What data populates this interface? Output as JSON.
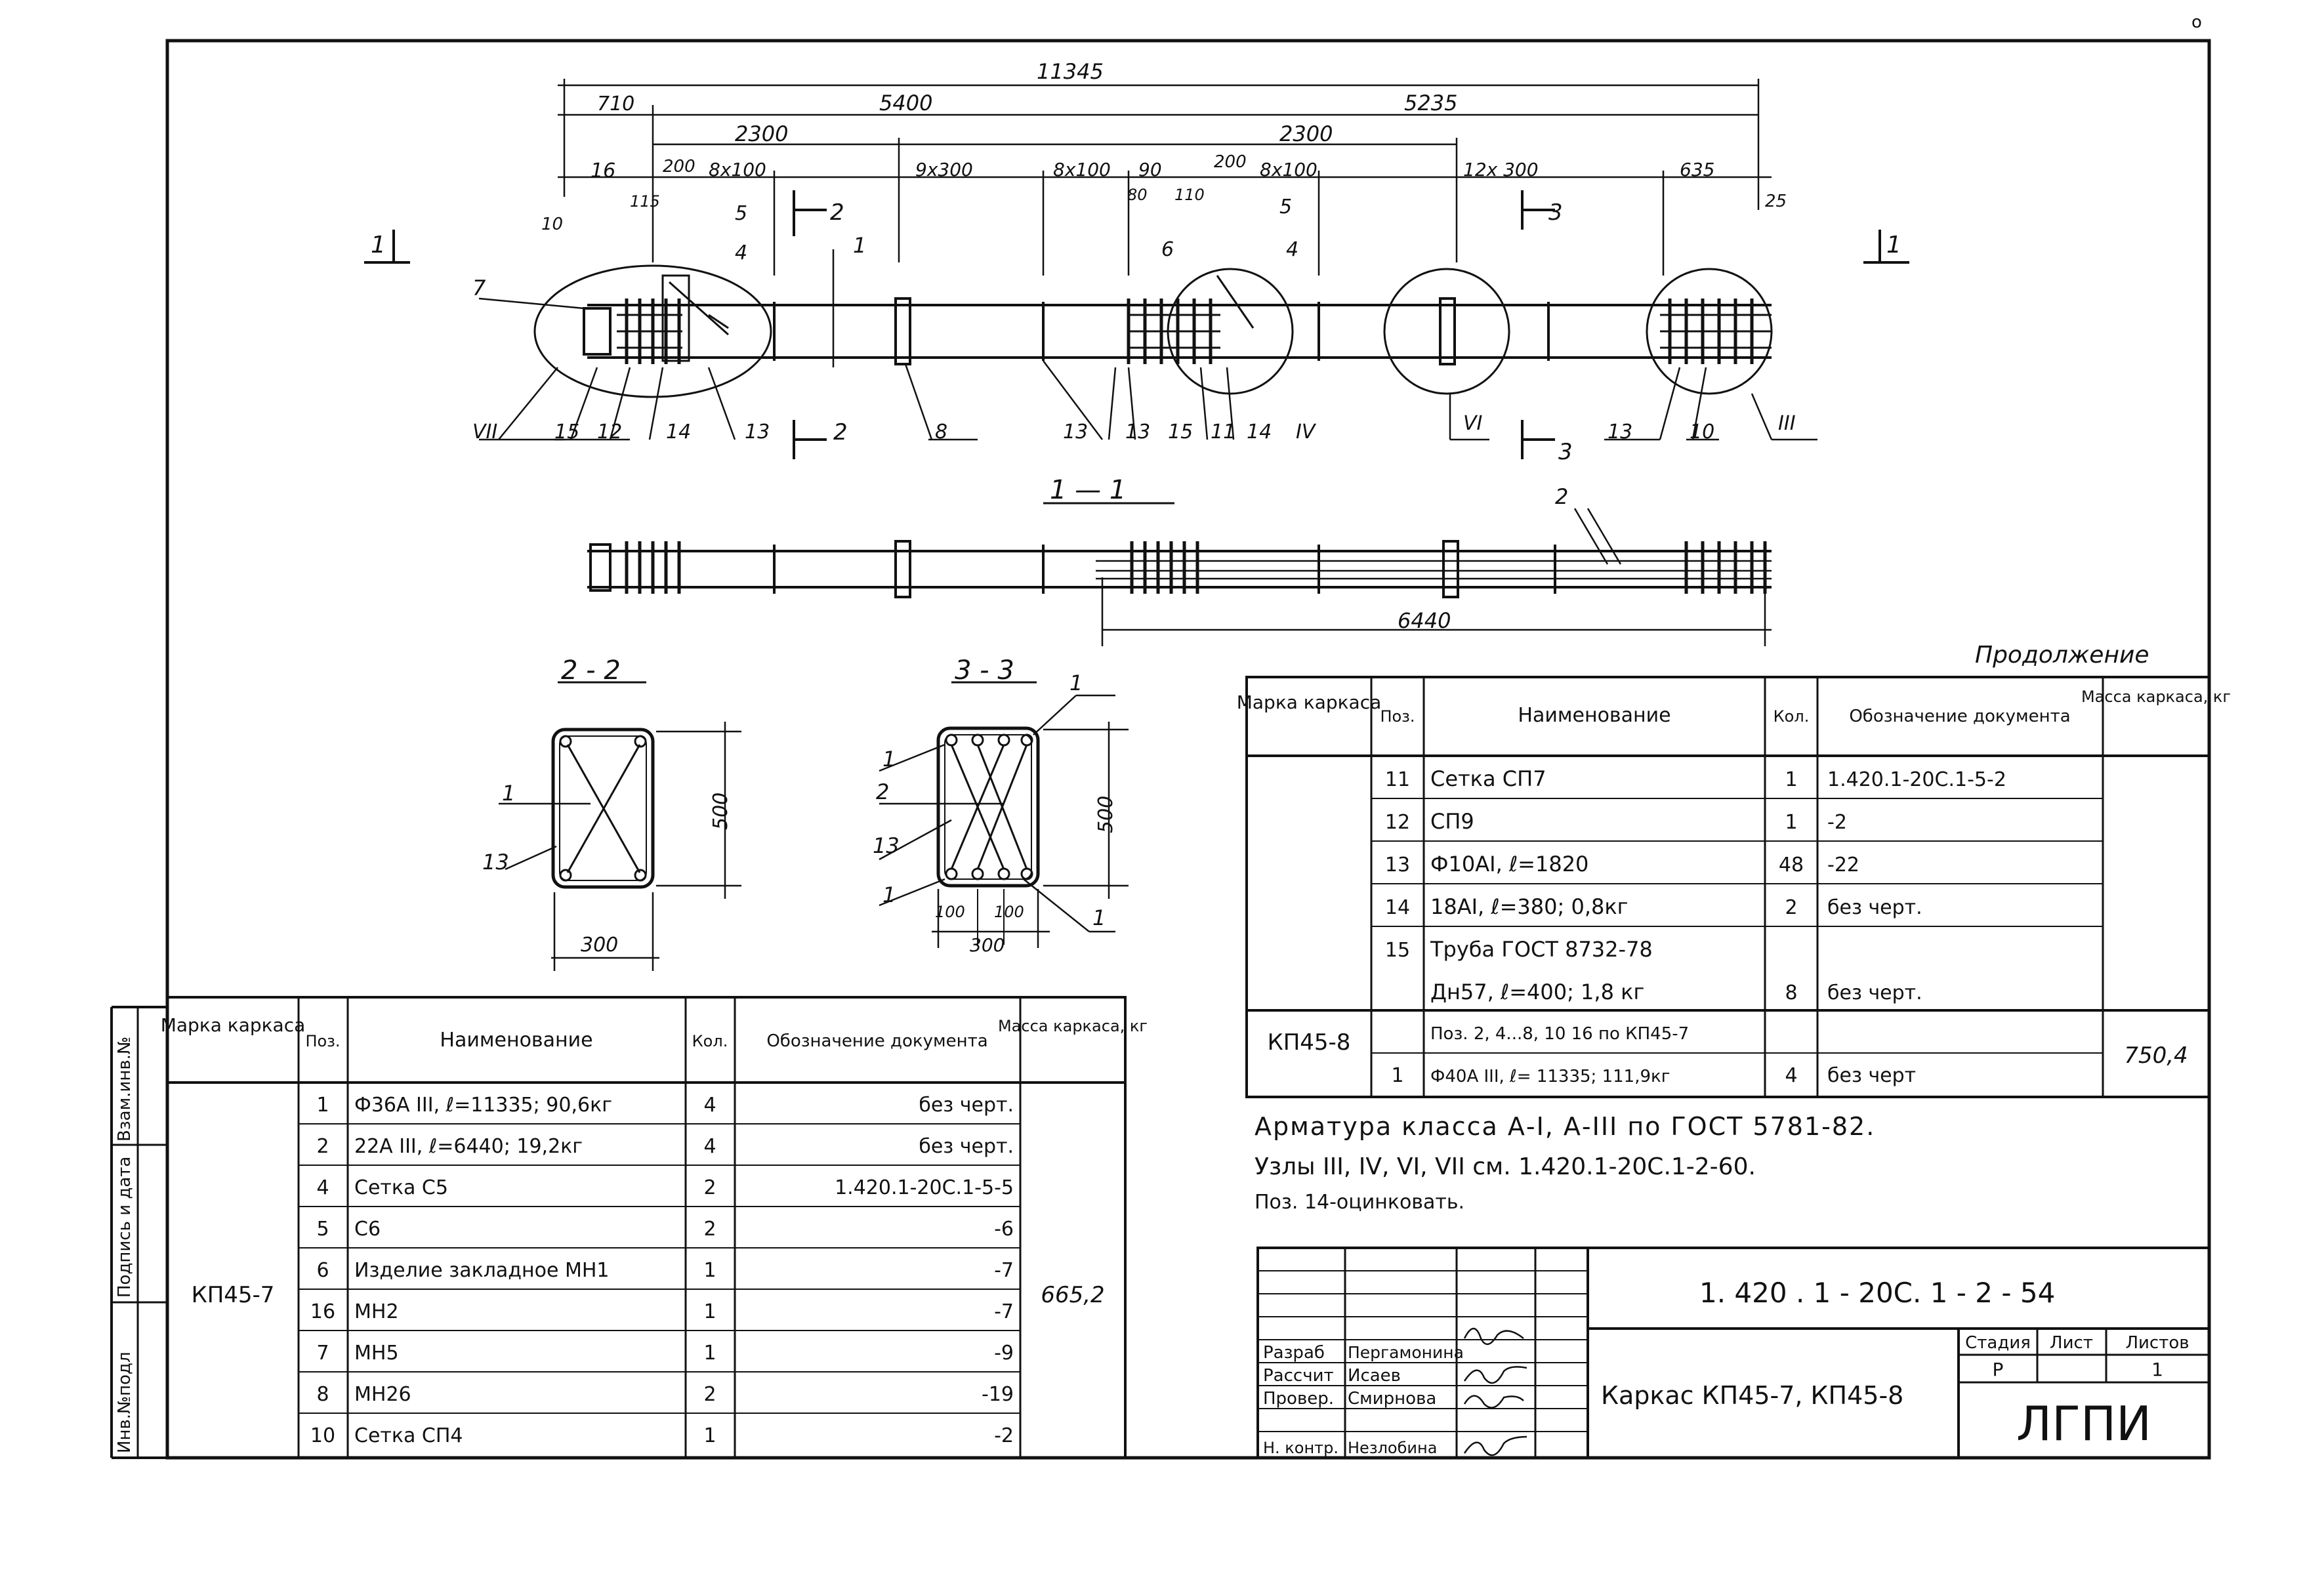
{
  "corner_mark": "о",
  "dims_top": {
    "total": "11345",
    "d710": "710",
    "d5400": "5400",
    "d5235": "5235",
    "d2300a": "2300",
    "d2300b": "2300",
    "d9x300": "9x300",
    "d8x100a": "8x100",
    "d8x100b": "8x100",
    "d8x100c": "8x100",
    "d200a": "200",
    "d200b": "200",
    "d90": "90",
    "d115": "115",
    "d80": "80",
    "d110": "110",
    "d12x300": "12x 300",
    "d635": "635",
    "d25": "25",
    "d10": "10",
    "d6440": "6440"
  },
  "section_marks": {
    "s1_left": "1",
    "s1_right": "1",
    "s2_top": "2",
    "s2_bot": "2",
    "s3_top": "3",
    "s3_bot": "3"
  },
  "plan_callouts": {
    "c16": "16",
    "c5a": "5",
    "c4a": "4",
    "c7": "7",
    "c1": "1",
    "c6": "6",
    "c5b": "5",
    "c4b": "4",
    "bottom": [
      "VII",
      "15",
      "12",
      "14",
      "13",
      "8",
      "13",
      "13",
      "15",
      "11",
      "14",
      "IV",
      "VI",
      "13",
      "10",
      "III"
    ]
  },
  "section_1_1": {
    "title": "1 — 1",
    "label_2": "2"
  },
  "section_2_2": {
    "title": "2 - 2",
    "h": "500",
    "w": "300",
    "c1": "1",
    "c13": "13"
  },
  "section_3_3": {
    "title": "3 - 3",
    "h": "500",
    "w": "300",
    "w100a": "100",
    "w100b": "100",
    "c1a": "1",
    "c1b": "1",
    "c2": "2",
    "c13": "13",
    "c1c": "1",
    "c1d": "1"
  },
  "stamp_side": [
    "Взам.инв.№",
    "Подпись и дата",
    "Инв.№подл"
  ],
  "spec_left": {
    "headers": [
      "Марка каркаса",
      "Поз.",
      "Наименование",
      "Кол.",
      "Обозначение документа",
      "Масса каркаса, кг"
    ],
    "mark": "КП45-7",
    "mass": "665,2",
    "rows": [
      {
        "pos": "1",
        "name": "Ф36А III, ℓ=11335; 90,6кг",
        "qty": "4",
        "doc": "без черт."
      },
      {
        "pos": "2",
        "name": "22А III, ℓ=6440; 19,2кг",
        "qty": "4",
        "doc": "без черт."
      },
      {
        "pos": "4",
        "name": "Сетка С5",
        "qty": "2",
        "doc": "1.420.1-20С.1-5-5"
      },
      {
        "pos": "5",
        "name": "С6",
        "qty": "2",
        "doc": "-6"
      },
      {
        "pos": "6",
        "name": "Изделие закладное МН1",
        "qty": "1",
        "doc": "-7"
      },
      {
        "pos": "16",
        "name": "МН2",
        "qty": "1",
        "doc": "-7"
      },
      {
        "pos": "7",
        "name": "МН5",
        "qty": "1",
        "doc": "-9"
      },
      {
        "pos": "8",
        "name": "МН26",
        "qty": "2",
        "doc": "-19"
      },
      {
        "pos": "10",
        "name": "Сетка СП4",
        "qty": "1",
        "doc": "-2"
      }
    ]
  },
  "spec_right": {
    "continuation": "Продолжение",
    "headers": [
      "Марка каркаса",
      "Поз.",
      "Наименование",
      "Кол.",
      "Обозначение документа",
      "Масса каркаса, кг"
    ],
    "rows": [
      {
        "pos": "11",
        "name": "Сетка СП7",
        "qty": "1",
        "doc": "1.420.1-20С.1-5-2"
      },
      {
        "pos": "12",
        "name": "СП9",
        "qty": "1",
        "doc": "-2"
      },
      {
        "pos": "13",
        "name": "Ф10АI, ℓ=1820",
        "qty": "48",
        "doc": "-22"
      },
      {
        "pos": "14",
        "name": "18АI, ℓ=380; 0,8кг",
        "qty": "2",
        "doc": "без черт."
      },
      {
        "pos": "15",
        "name": "Труба ГОСТ 8732-78",
        "qty": "",
        "doc": ""
      },
      {
        "pos": "",
        "name": "Дн57, ℓ=400; 1,8 кг",
        "qty": "8",
        "doc": "без черт."
      }
    ],
    "mark2": "КП45-8",
    "mass2": "750,4",
    "rows2": [
      {
        "pos": "",
        "name": "Поз. 2, 4...8, 10 16 по КП45-7",
        "qty": "",
        "doc": ""
      },
      {
        "pos": "1",
        "name": "Ф40А III, ℓ= 11335; 111,9кг",
        "qty": "4",
        "doc": "без черт"
      }
    ]
  },
  "notes": [
    "Арматура класса А-I, А-III по ГОСТ 5781-82.",
    "Узлы III, IV, VI, VII см. 1.420.1-20С.1-2-60.",
    "Поз. 14-оцинковать."
  ],
  "title_block": {
    "code": "1. 420 . 1 - 20С. 1 - 2 - 54",
    "roles": [
      "Разраб",
      "Рассчит",
      "Провер.",
      "Н. контр."
    ],
    "names": [
      "Пергамонина",
      "Исаев",
      "Смирнова",
      "Незлобина"
    ],
    "title": "Каркас КП45-7, КП45-8",
    "stage_h": "Стадия",
    "sheet_h": "Лист",
    "sheets_h": "Листов",
    "stage": "Р",
    "sheets": "1",
    "org": "ЛГПИ"
  }
}
